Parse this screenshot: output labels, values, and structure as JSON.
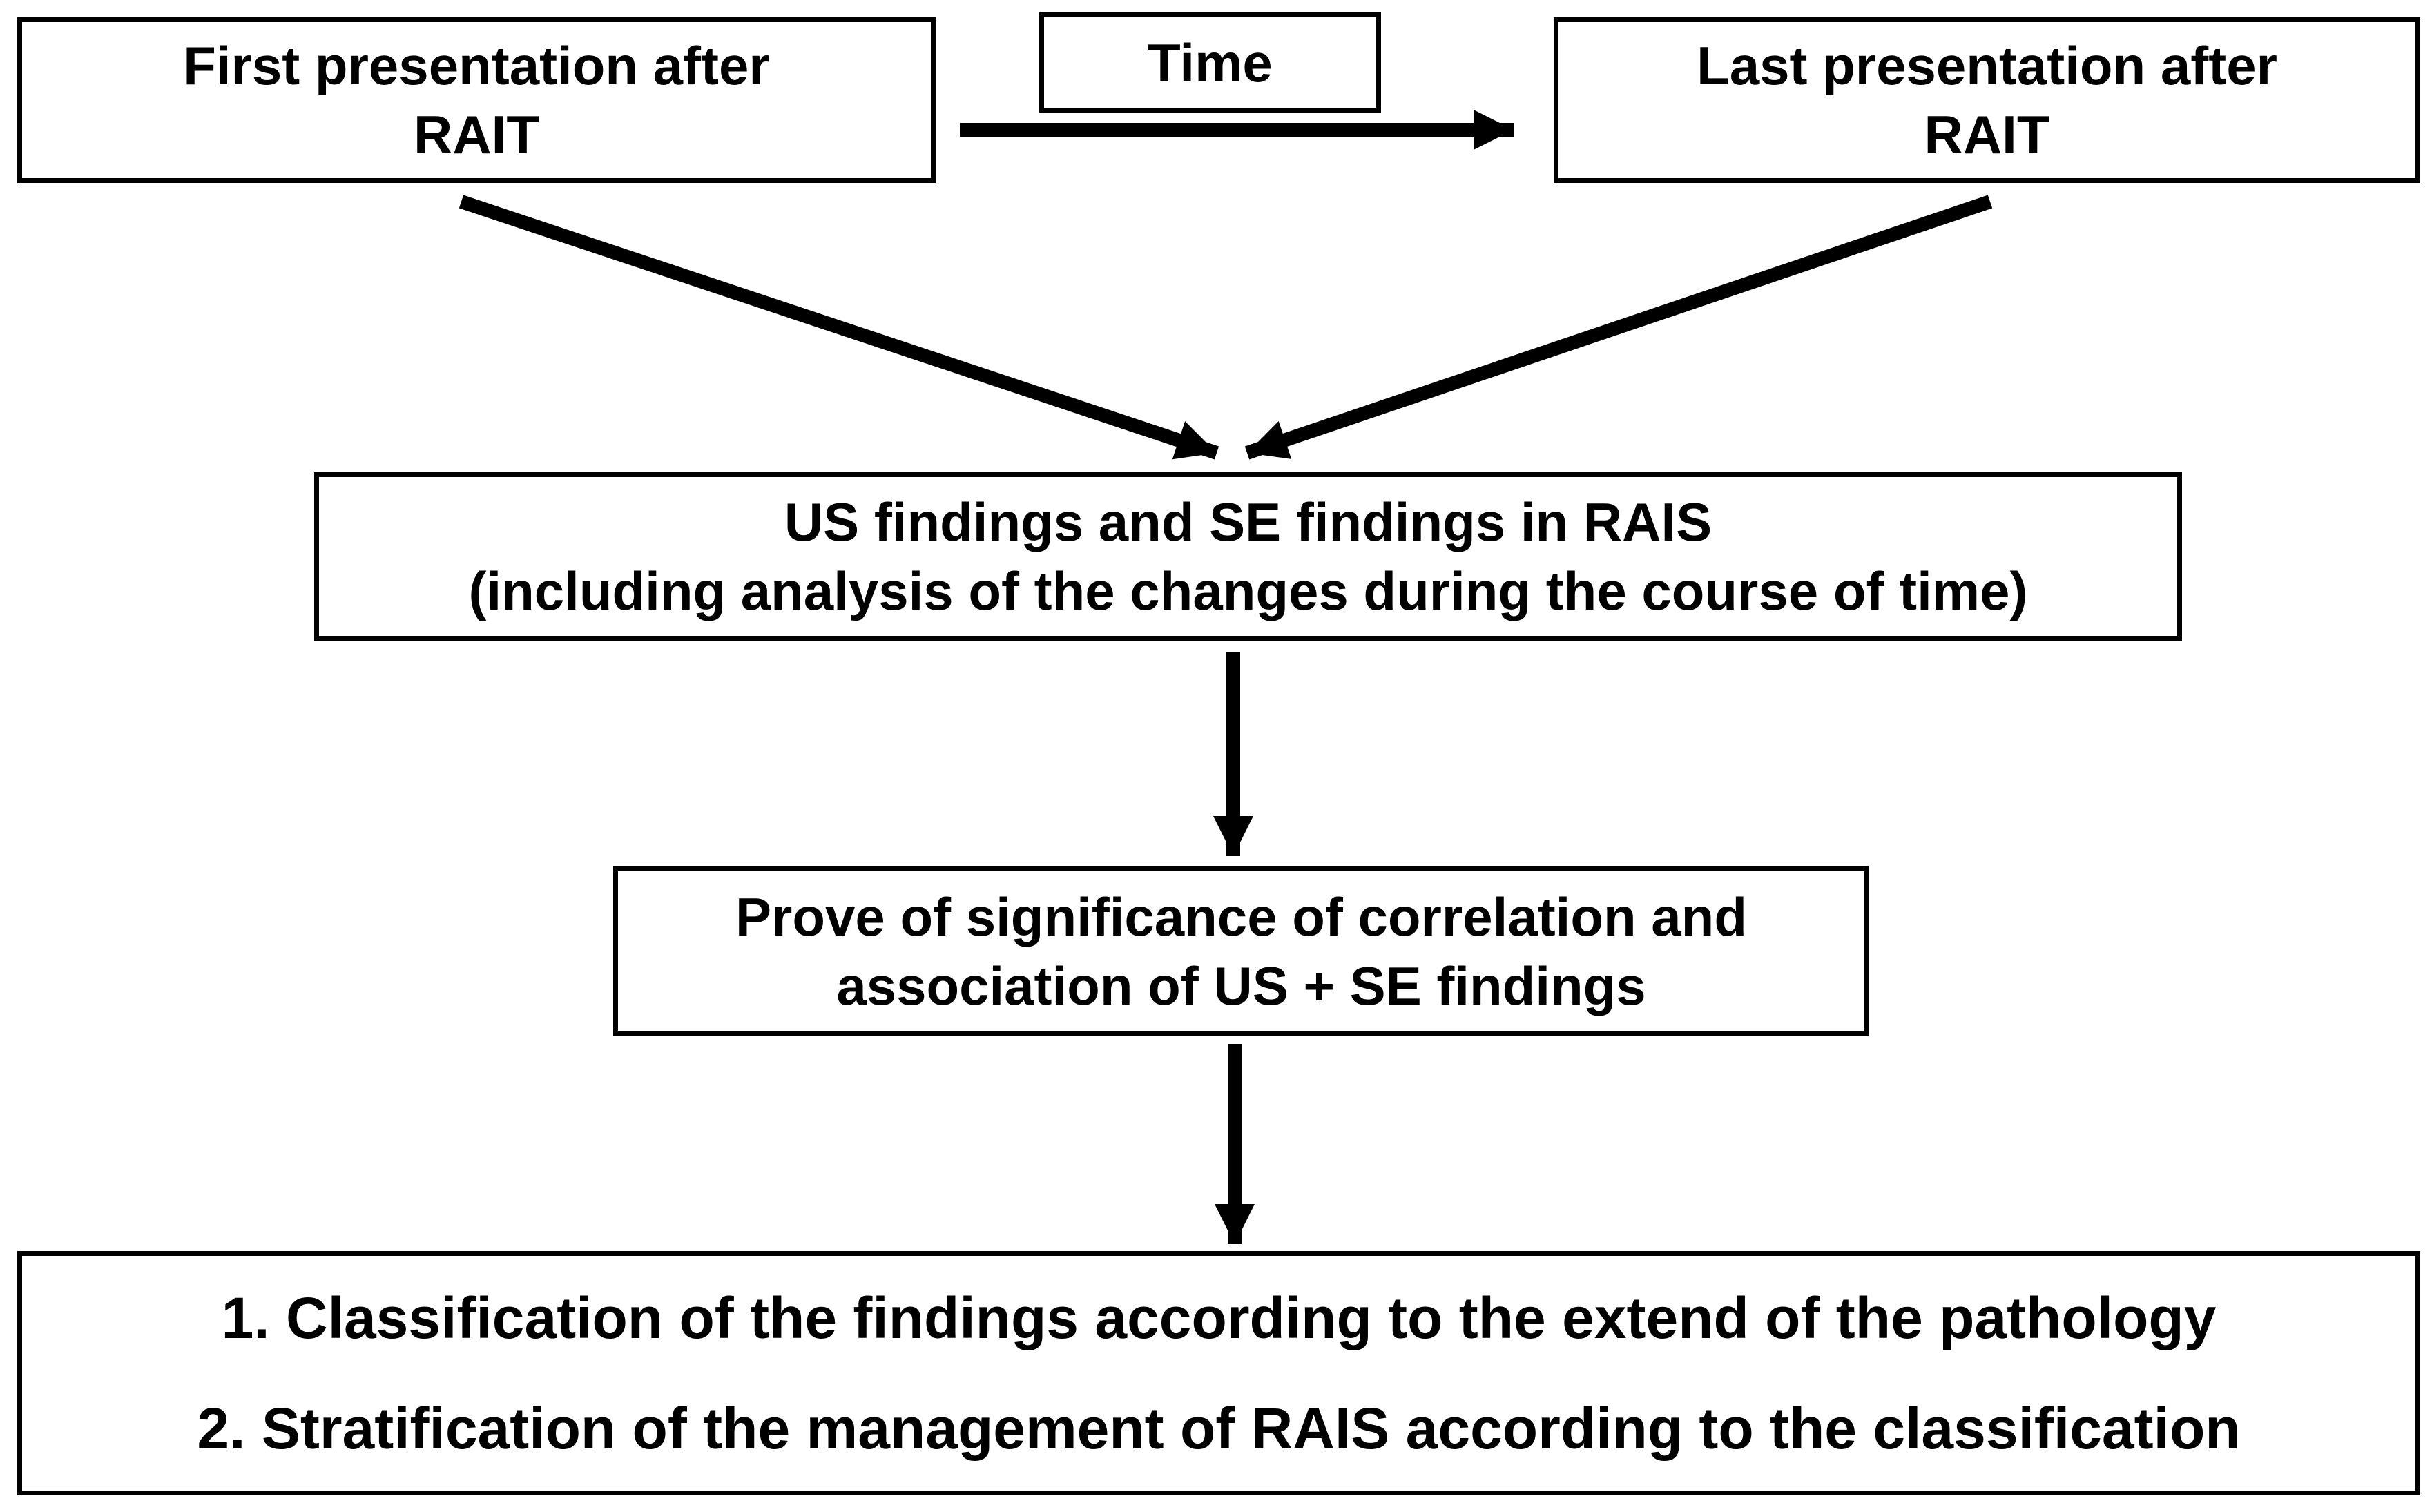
{
  "figure": {
    "type": "flowchart",
    "background_color": "#ffffff",
    "line_color": "#000000",
    "text_color": "#000000"
  },
  "nodes": {
    "first_presentation": {
      "lines": [
        "First presentation after",
        "RAIT"
      ]
    },
    "time": {
      "label": "Time"
    },
    "last_presentation": {
      "lines": [
        "Last presentation after",
        "RAIT"
      ]
    },
    "us_se_findings": {
      "lines": [
        "US findings and SE findings in RAIS",
        "(including analysis of the changes during the course of time)"
      ]
    },
    "prove_significance": {
      "lines": [
        "Prove of significance of correlation and",
        "association of US + SE findings"
      ]
    },
    "outcome": {
      "items": [
        "1. Classification of the findings according to the extend of the pathology",
        "2. Stratification of the management of RAIS according to the classification"
      ]
    }
  },
  "arrows": [
    {
      "name": "time-arrow",
      "from": "first_presentation",
      "to": "last_presentation",
      "label": "Time"
    },
    {
      "name": "first-to-findings-arrow",
      "from": "first_presentation",
      "to": "us_se_findings"
    },
    {
      "name": "last-to-findings-arrow",
      "from": "last_presentation",
      "to": "us_se_findings"
    },
    {
      "name": "findings-to-prove-arrow",
      "from": "us_se_findings",
      "to": "prove_significance"
    },
    {
      "name": "prove-to-outcome-arrow",
      "from": "prove_significance",
      "to": "outcome"
    }
  ]
}
